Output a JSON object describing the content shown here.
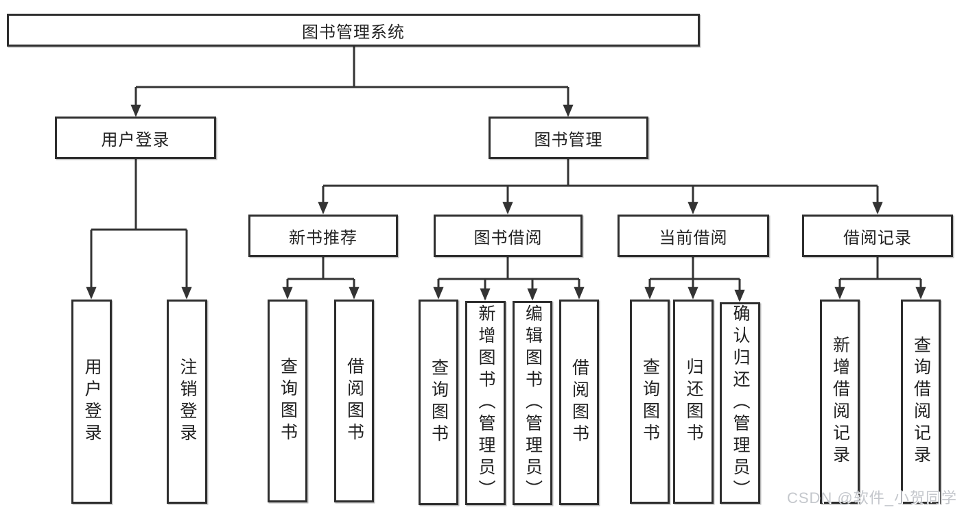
{
  "diagram": {
    "root_label": "图书管理系统",
    "branches": [
      {
        "label": "用户登录",
        "children": [
          "用户登录",
          "注销登录"
        ]
      },
      {
        "label": "图书管理",
        "groups": [
          {
            "label": "新书推荐",
            "children": [
              "查询图书",
              "借阅图书"
            ]
          },
          {
            "label": "图书借阅",
            "children": [
              "查询图书",
              "新增图书（管理员）",
              "编辑图书（管理员）",
              "借阅图书"
            ]
          },
          {
            "label": "当前借阅",
            "children": [
              "查询图书",
              "归还图书",
              "确认归还（管理员）"
            ]
          },
          {
            "label": "借阅记录",
            "children": [
              "新增借阅记录",
              "查询借阅记录"
            ]
          }
        ]
      }
    ]
  },
  "watermark": {
    "text": "CSDN @软件_小贺同学"
  },
  "colors": {
    "line": "#333333",
    "box_border": "#2e2e2e",
    "text": "#222222",
    "background": "#ffffff",
    "watermark": "#c4c7cc"
  }
}
